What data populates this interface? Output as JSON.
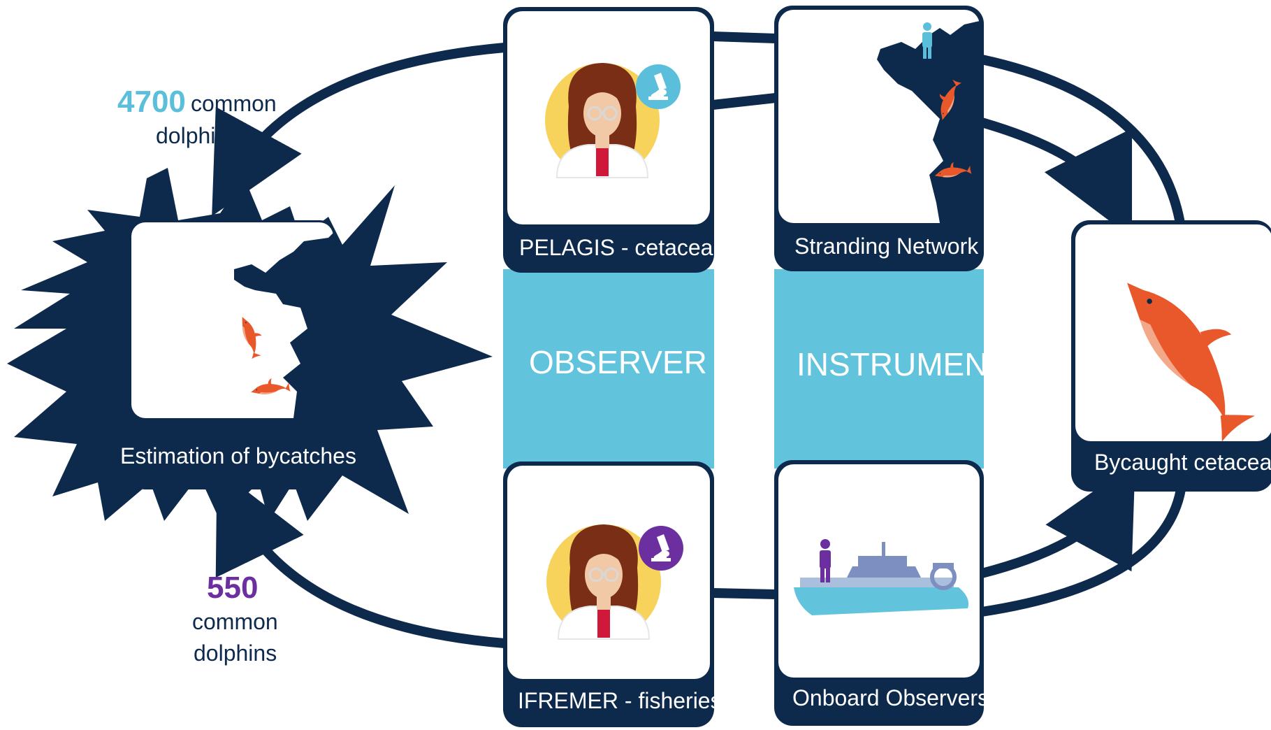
{
  "colors": {
    "navy": "#0d2a4d",
    "band": "#62c3dc",
    "accent_blue": "#5bbfdb",
    "accent_purple": "#6b2fa0",
    "dolphin_orange": "#e8582a",
    "dolphin_light": "#f4a88a",
    "face_yellow": "#f7d35c"
  },
  "bands": {
    "observer": "OBSERVER",
    "instrument": "INSTRUMENT"
  },
  "cards": {
    "pelagis": {
      "label": "PELAGIS - cetaceans",
      "icon": "scientist-icon",
      "badge": "microscope-icon"
    },
    "ifremer": {
      "label": "IFREMER - fisheries",
      "icon": "scientist-icon",
      "badge": "microscope-icon"
    },
    "stranding": {
      "label": "Stranding Network",
      "icon": "coastline-map-icon"
    },
    "onboard": {
      "label": "Onboard Observers",
      "icon": "fishing-boat-icon"
    },
    "bycaught": {
      "label": "Bycaught cetaceans",
      "icon": "dolphin-icon"
    },
    "estimation": {
      "label": "Estimation of bycatches",
      "icon": "coastline-map-icon"
    }
  },
  "stats": {
    "top": {
      "number": "4700",
      "line1": "common",
      "line2": "dolphins"
    },
    "bottom": {
      "number": "550",
      "line1": "common",
      "line2": "dolphins"
    }
  }
}
